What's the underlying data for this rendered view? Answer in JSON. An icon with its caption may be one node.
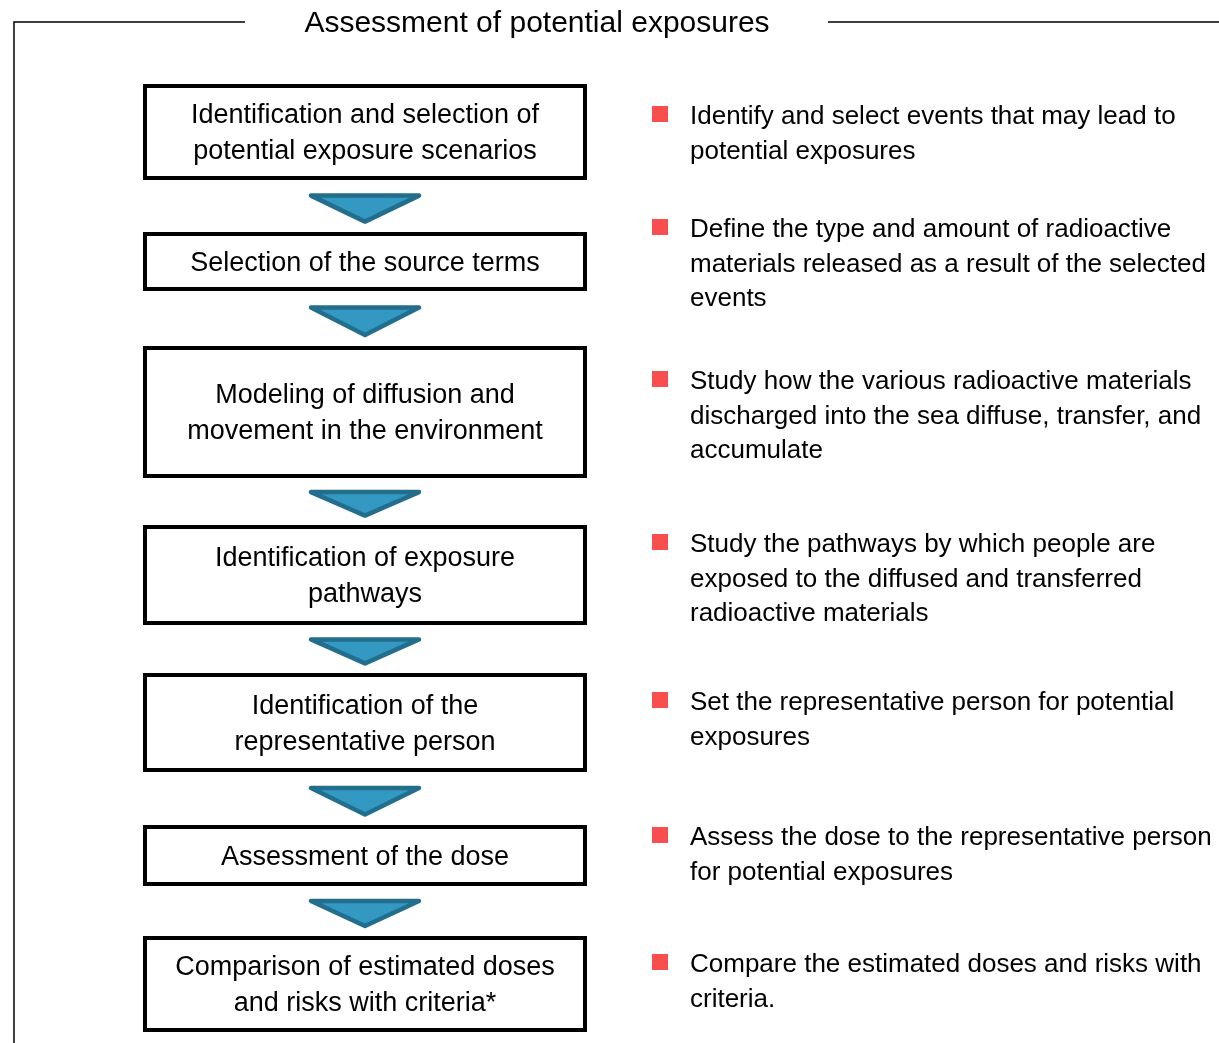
{
  "diagram": {
    "title": "Assessment of potential exposures",
    "nodes": [
      {
        "text": [
          "Identification and selection of potential exposure scenarios"
        ]
      },
      {
        "text": [
          "Selection of the source terms"
        ]
      },
      {
        "text": [
          "Modeling of diffusion and movement in the environment"
        ]
      },
      {
        "text": [
          "Identification of exposure pathways"
        ]
      },
      {
        "text": [
          "Identification of the representative person"
        ]
      },
      {
        "text": [
          "Assessment of the dose"
        ]
      },
      {
        "text": [
          "Comparison of estimated doses and risks with criteria*"
        ]
      }
    ],
    "edges": [
      {
        "from": 0,
        "to": 1,
        "arrow": "to"
      },
      {
        "from": 1,
        "to": 2,
        "arrow": "to"
      },
      {
        "from": 2,
        "to": 3,
        "arrow": "to"
      },
      {
        "from": 3,
        "to": 4,
        "arrow": "to"
      },
      {
        "from": 4,
        "to": 5,
        "arrow": "to"
      },
      {
        "from": 5,
        "to": 6,
        "arrow": "to"
      }
    ],
    "labels": [
      "Identify and select events that may lead to potential exposures",
      "Define the type and amount of radioactive materials released as a result of the selected events",
      "Study how the various radioactive materials discharged into the sea diffuse, transfer, and accumulate",
      "Study the pathways by which people are exposed to the diffused and transferred radioactive materials",
      "Set the representative person for potential exposures",
      "Assess the dose to the representative person for potential exposures",
      "Compare the estimated doses and risks with criteria."
    ]
  }
}
